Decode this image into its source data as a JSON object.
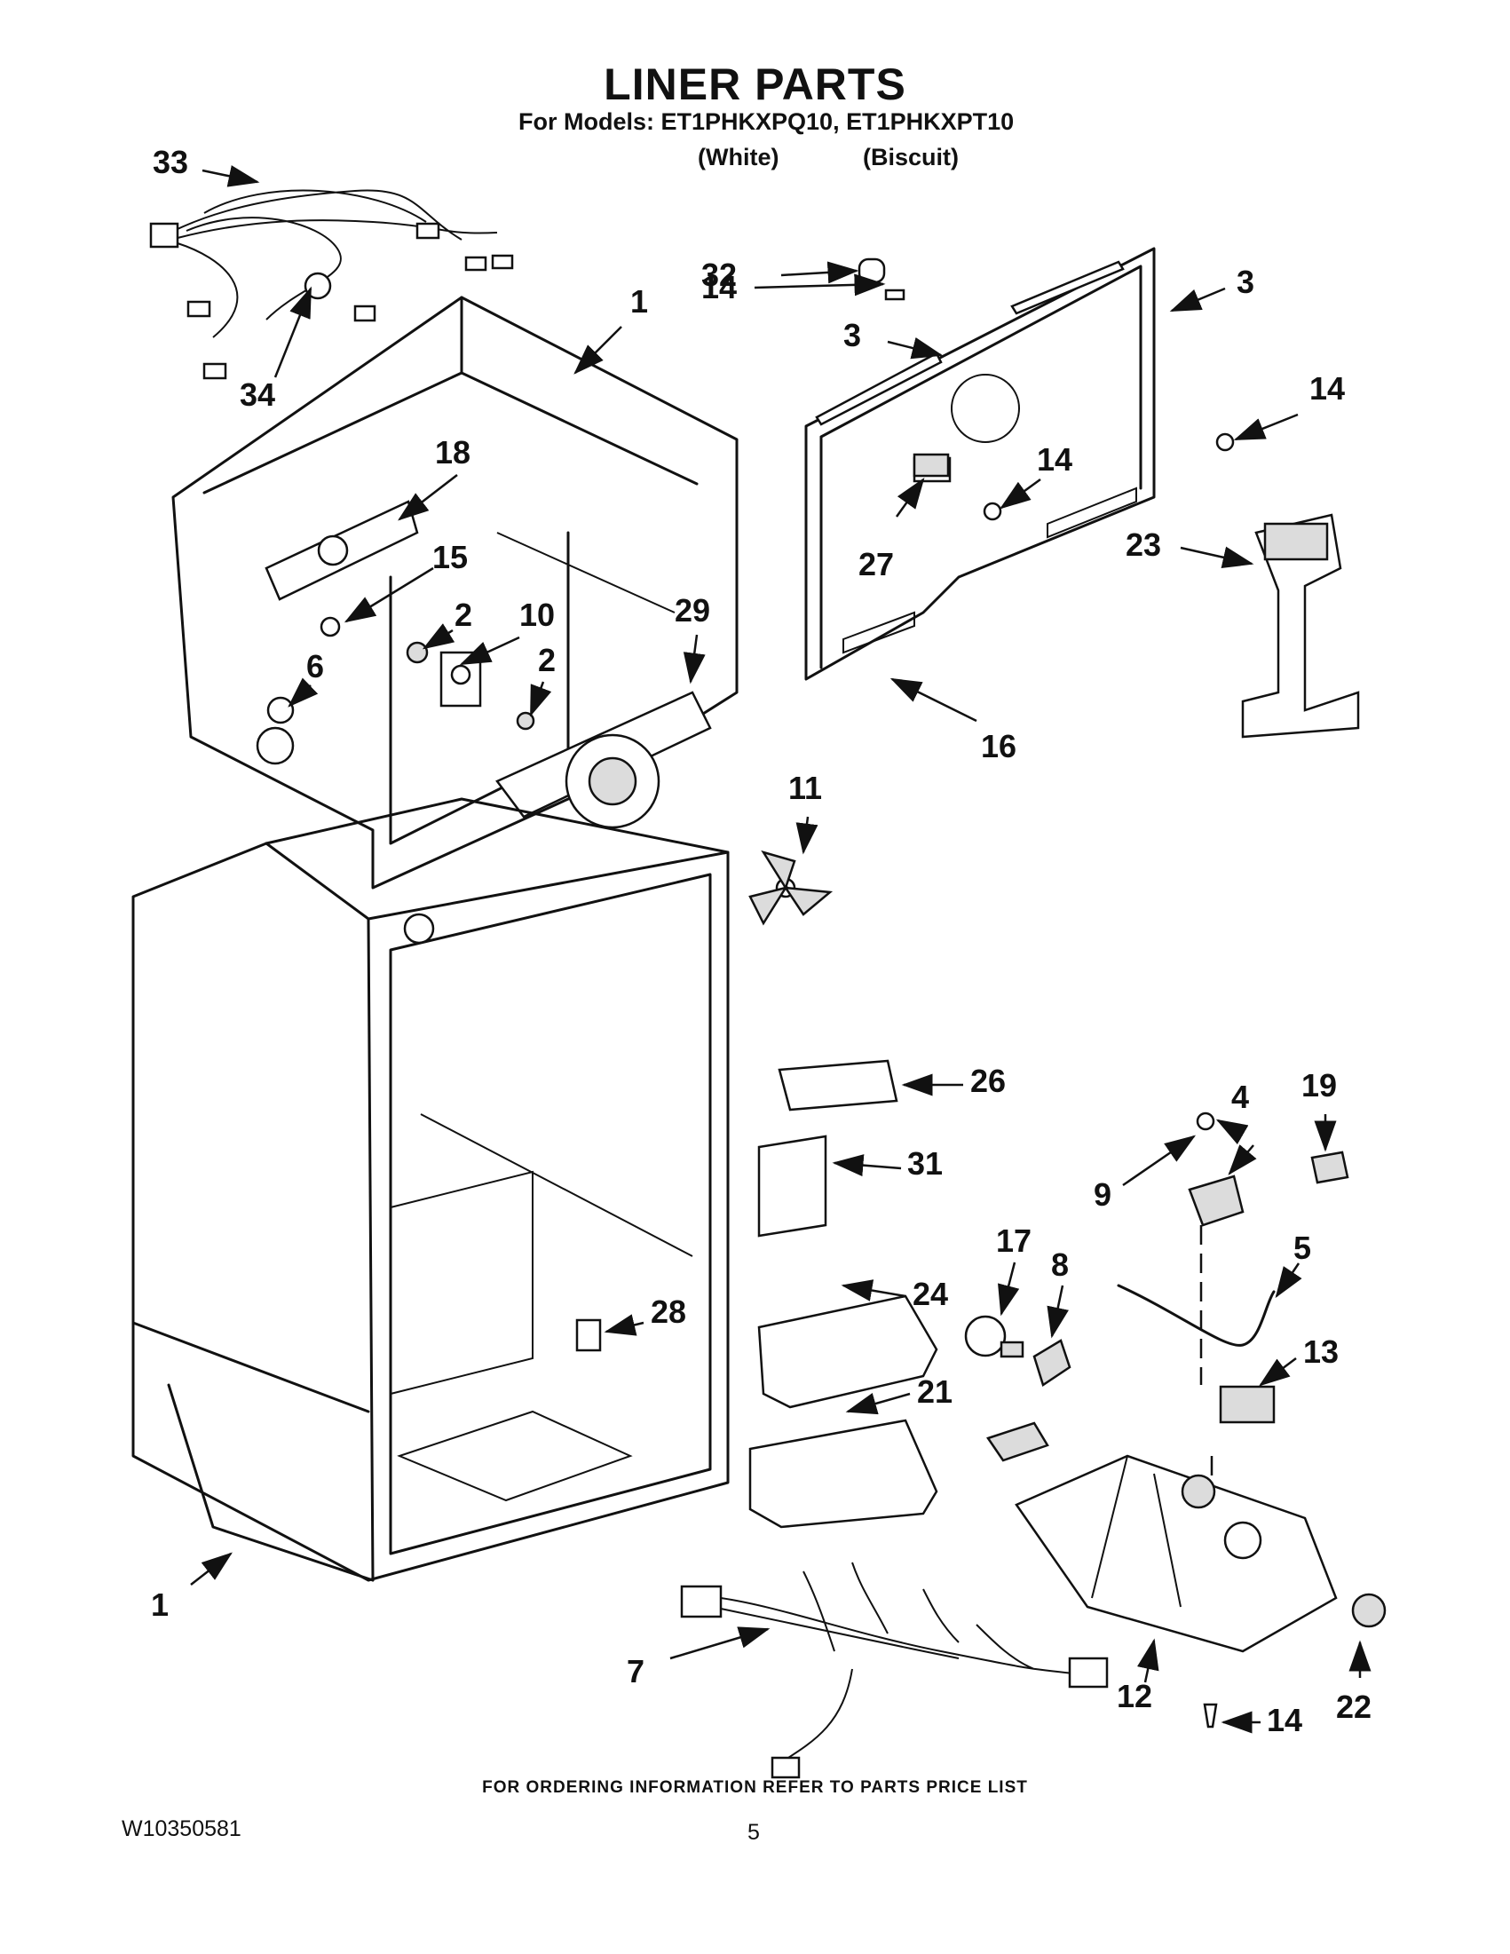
{
  "header": {
    "title": "LINER PARTS",
    "models_line": "For Models: ET1PHKXPQ10, ET1PHKXPT10",
    "color_white": "(White)",
    "color_biscuit": "(Biscuit)"
  },
  "callouts": {
    "c33": "33",
    "c34": "34",
    "c1a": "1",
    "c18": "18",
    "c15": "15",
    "c2a": "2",
    "c10": "10",
    "c2b": "2",
    "c29": "29",
    "c6": "6",
    "c32": "32",
    "c14a": "14",
    "c3a": "3",
    "c3b": "3",
    "c14b": "14",
    "c14c": "14",
    "c27": "27",
    "c23": "23",
    "c16": "16",
    "c11": "11",
    "c26": "26",
    "c31": "31",
    "c4": "4",
    "c19": "19",
    "c9": "9",
    "c5": "5",
    "c17": "17",
    "c8": "8",
    "c24": "24",
    "c28": "28",
    "c13": "13",
    "c21": "21",
    "c1b": "1",
    "c7": "7",
    "c12": "12",
    "c22": "22",
    "c14d": "14"
  },
  "footer": {
    "ordering_note": "FOR ORDERING INFORMATION REFER TO PARTS PRICE LIST",
    "doc_number": "W10350581",
    "page_number": "5"
  }
}
